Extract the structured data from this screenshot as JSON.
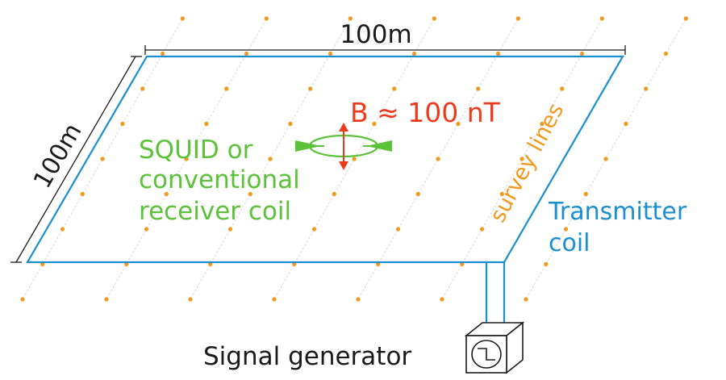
{
  "dimensions": {
    "width_label": "100m",
    "side_label": "100m"
  },
  "field": {
    "label": "B ≈ 100 nT"
  },
  "receiver": {
    "lines": [
      "SQUID or",
      "conventional",
      "receiver coil"
    ]
  },
  "survey": {
    "label": "survey lines"
  },
  "transmitter": {
    "lines": [
      "Transmitter",
      "coil"
    ]
  },
  "generator": {
    "label": "Signal generator"
  },
  "colors": {
    "transmitter": "#1a8fd0",
    "receiver": "#5cc23a",
    "field": "#ee3a1c",
    "survey": "#f39a1e",
    "survey_line": "#d9d9d9",
    "ink": "#1a1a1a"
  },
  "icons": {
    "generator": "waveform-box-icon"
  }
}
